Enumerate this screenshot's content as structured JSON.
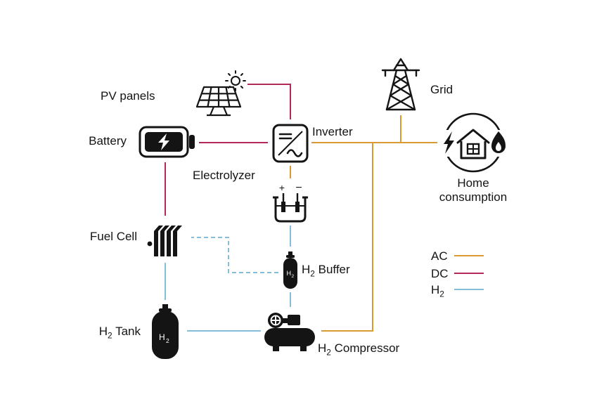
{
  "colors": {
    "ac": "#d99a33",
    "dc": "#b4275d",
    "h2": "#86bdd9",
    "ink": "#141414"
  },
  "nodes": {
    "pv": {
      "label": "PV panels"
    },
    "battery": {
      "label": "Battery"
    },
    "inverter": {
      "label": "Inverter"
    },
    "grid": {
      "label": "Grid"
    },
    "home": {
      "label": "Home consumption"
    },
    "electrolyzer": {
      "label": "Electrolyzer"
    },
    "fuel_cell": {
      "label": "Fuel Cell"
    },
    "h2_buffer": {
      "pre": "H",
      "sub": "2",
      "post": " Buffer"
    },
    "h2_tank": {
      "pre": "H",
      "sub": "2",
      "post": " Tank"
    },
    "h2_compressor": {
      "pre": "H",
      "sub": "2",
      "post": " Compressor"
    }
  },
  "electrolyzer_terminals": {
    "plus": "+",
    "minus": "−"
  },
  "cylinder_label": {
    "pre": "H",
    "sub": "2"
  },
  "legend": {
    "ac": "AC",
    "dc": "DC",
    "h2": {
      "pre": "H",
      "sub": "2"
    }
  }
}
